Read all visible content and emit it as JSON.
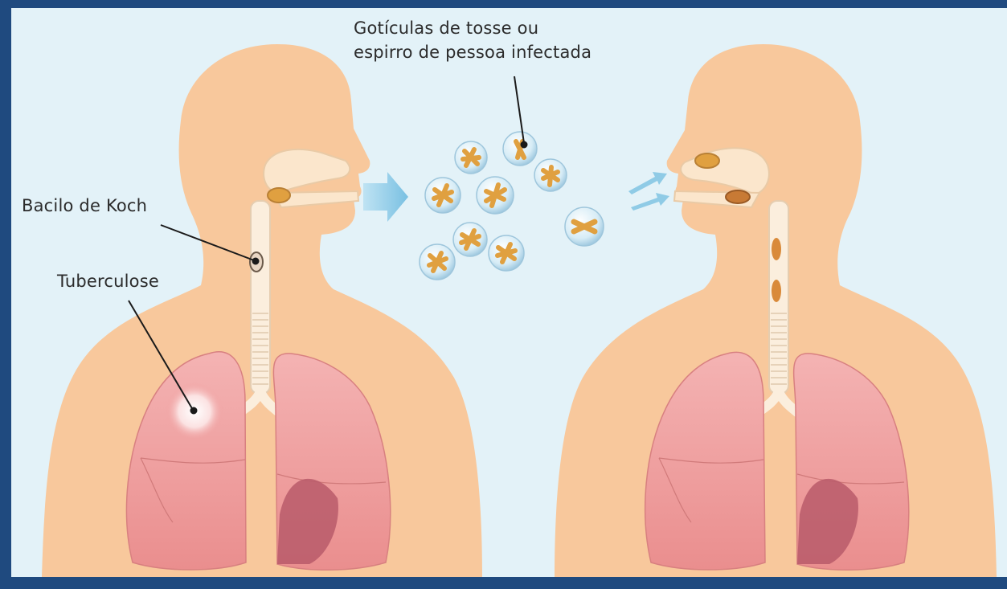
{
  "labels": {
    "droplets_line1": "Gotículas de tosse ou",
    "droplets_line2": "espirro de pessoa infectada",
    "bacillus": "Bacilo de Koch",
    "tuberculosis": "Tuberculose"
  },
  "colors": {
    "frame": "#1f4a7f",
    "background": "#e3f2f8",
    "skin": "#f8c89c",
    "lung": "#ef9c9c",
    "airway": "#fbe6cc",
    "bacillus": "#e0a040",
    "arrow": "#8fcbe6"
  },
  "icons": {
    "droplets": "bacteria-droplet-icon",
    "arrow": "right-arrow-icon"
  }
}
